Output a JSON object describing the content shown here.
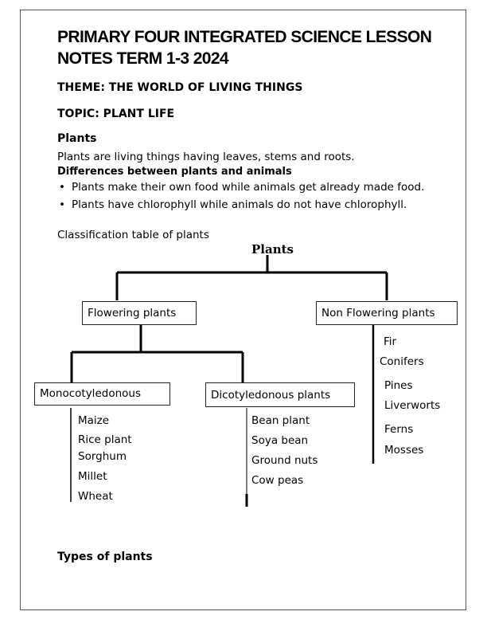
{
  "title": "PRIMARY FOUR INTEGRATED SCIENCE LESSON NOTES TERM 1-3 2024",
  "theme": "THEME: THE WORLD OF LIVING THINGS",
  "topic": "TOPIC: PLANT LIFE",
  "section_heading": "Plants",
  "definition": "Plants are living things having leaves, stems and roots.",
  "differences_heading": "Differences between plants and animals",
  "differences": [
    "Plants make their own food while animals get already made food.",
    "Plants have chlorophyll while animals do not have chlorophyll."
  ],
  "classification_caption": "Classification table of plants",
  "diagram": {
    "root": "Plants",
    "flowering": {
      "label": "Flowering plants",
      "monocot": {
        "label": "Monocotyledonous",
        "examples": [
          "Maize",
          "Rice plant",
          "Sorghum",
          "Millet",
          "Wheat"
        ]
      },
      "dicot": {
        "label": "Dicotyledonous plants",
        "examples": [
          "Bean plant",
          "Soya bean",
          "Ground nuts",
          "Cow peas"
        ]
      }
    },
    "non_flowering": {
      "label": "Non Flowering plants",
      "examples": [
        "Fir",
        "Conifers",
        "Pines",
        "Liverworts",
        "Ferns",
        "Mosses"
      ]
    }
  },
  "types_heading": "Types of plants"
}
